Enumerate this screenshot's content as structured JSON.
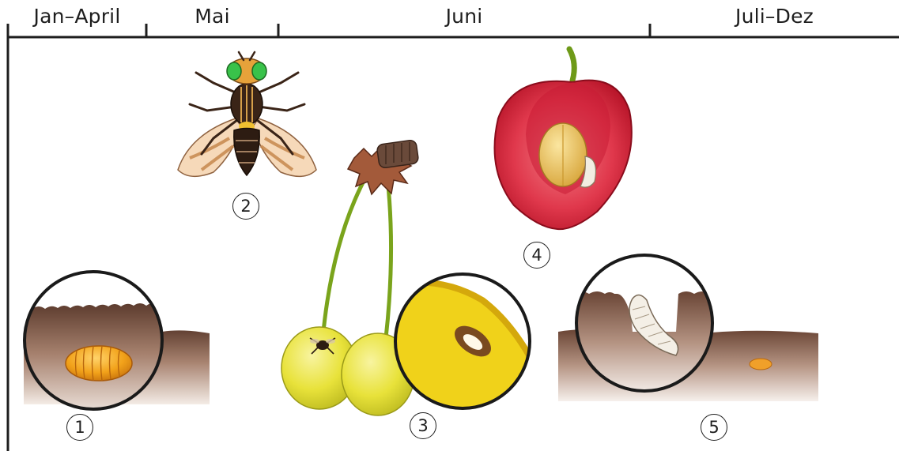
{
  "timeline": {
    "months": [
      {
        "label": "Jan–April"
      },
      {
        "label": "Mai"
      },
      {
        "label": "Juni"
      },
      {
        "label": "Juli–Dez"
      }
    ]
  },
  "stages": [
    {
      "number": "1",
      "depicts": "pupa-in-soil"
    },
    {
      "number": "2",
      "depicts": "adult-fly"
    },
    {
      "number": "3",
      "depicts": "egg-laying-on-cherry"
    },
    {
      "number": "4",
      "depicts": "larva-in-cherry"
    },
    {
      "number": "5",
      "depicts": "larva-entering-soil"
    }
  ],
  "colors": {
    "line": "#1e1e1e",
    "soil_top": "#5b3a2c",
    "soil_bottom": "#f4ece6",
    "pupa": "#f2a21a",
    "cherry_yellow": "#e8e23a",
    "cherry_red": "#d8283c",
    "fly_eye": "#39c24a",
    "fly_body": "#3a2417"
  }
}
